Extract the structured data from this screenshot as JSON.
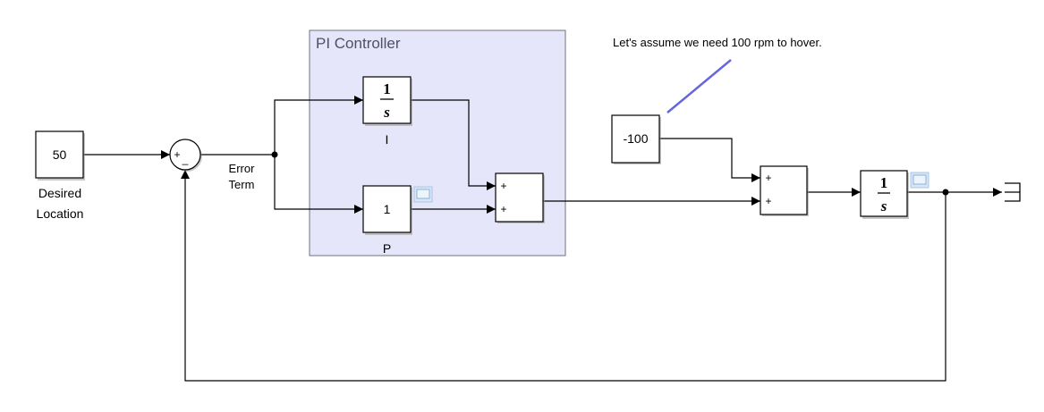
{
  "diagram": {
    "type": "simulink-block-diagram",
    "area": {
      "title": "PI Controller",
      "fill": "#e6e6fa"
    },
    "annotation": {
      "text": "Let's assume we need 100 rpm to hover.",
      "line_color": "#6666dd"
    },
    "blocks": {
      "desired_location": {
        "value": "50",
        "label_line1": "Desired",
        "label_line2": "Location"
      },
      "error_sum": {
        "sign1": "+",
        "sign2": "_"
      },
      "error_signal": {
        "label_line1": "Error",
        "label_line2": "Term"
      },
      "integrator_i": {
        "numerator": "1",
        "denominator": "s",
        "label": "I"
      },
      "gain_p": {
        "value": "1",
        "label": "P"
      },
      "pi_sum": {
        "sign1": "+",
        "sign2": "+"
      },
      "hover_offset": {
        "value": "-100"
      },
      "outer_sum": {
        "sign1": "+",
        "sign2": "+"
      },
      "plant_integrator": {
        "numerator": "1",
        "denominator": "s"
      }
    }
  }
}
